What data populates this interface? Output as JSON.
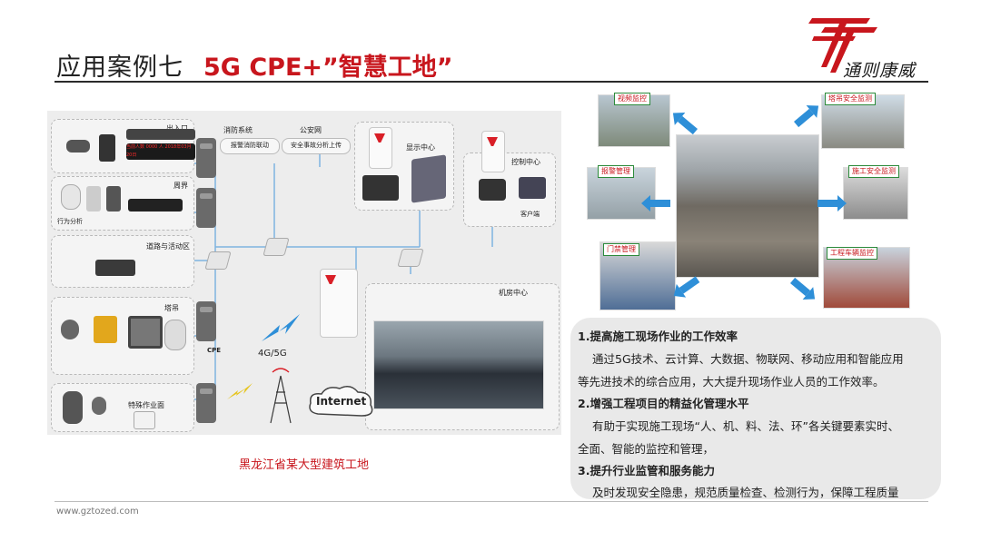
{
  "title": {
    "prefix": "应用案例七",
    "highlight": "5G CPE+”智慧工地”"
  },
  "logo": {
    "text": "通则康威"
  },
  "diagram": {
    "labels": {
      "entrance": "出入口",
      "fire_system": "消防系统",
      "public_security": "公安网",
      "fire_alarm": "报警消防联动",
      "security_upload": "安全事故分析上传",
      "display_center": "显示中心",
      "control_center": "控制中心",
      "perimeter": "周界",
      "behavior_analysis": "行为分析",
      "client": "客户端",
      "road_activity": "道路与活动区",
      "tower_crane": "塔吊",
      "machine_room": "机房中心",
      "cpe": "CPE",
      "network": "4G/5G",
      "internet": "Internet",
      "special_ops": "特殊作业面",
      "led_screen": "当前人数 0000 人 2018年03月20日"
    }
  },
  "caption": "黑龙江省某大型建筑工地",
  "photos": {
    "video_monitor": "视频监控",
    "tower_safety": "塔吊安全监测",
    "attendance": "报警管理",
    "construction_safety": "施工安全监测",
    "access_control": "门禁管理",
    "vehicle_monitor": "工程车辆监控"
  },
  "benefits": [
    {
      "heading": "1.提高施工现场作业的工作效率",
      "lines": [
        "通过5G技术、云计算、大数据、物联网、移动应用和智能应用",
        "等先进技术的综合应用，大大提升现场作业人员的工作效率。"
      ]
    },
    {
      "heading": "2.增强工程项目的精益化管理水平",
      "lines": [
        "有助于实现施工现场“人、机、料、法、环”各关键要素实时、",
        "全面、智能的监控和管理，"
      ]
    },
    {
      "heading": "3.提升行业监管和服务能力",
      "lines": [
        "及时发现安全隐患，规范质量检查、检测行为，保障工程质量"
      ]
    }
  ],
  "footer": {
    "website": "www.gztozed.com"
  },
  "colors": {
    "brand_red": "#c8161d",
    "arrow_blue": "#2e8fd8"
  }
}
